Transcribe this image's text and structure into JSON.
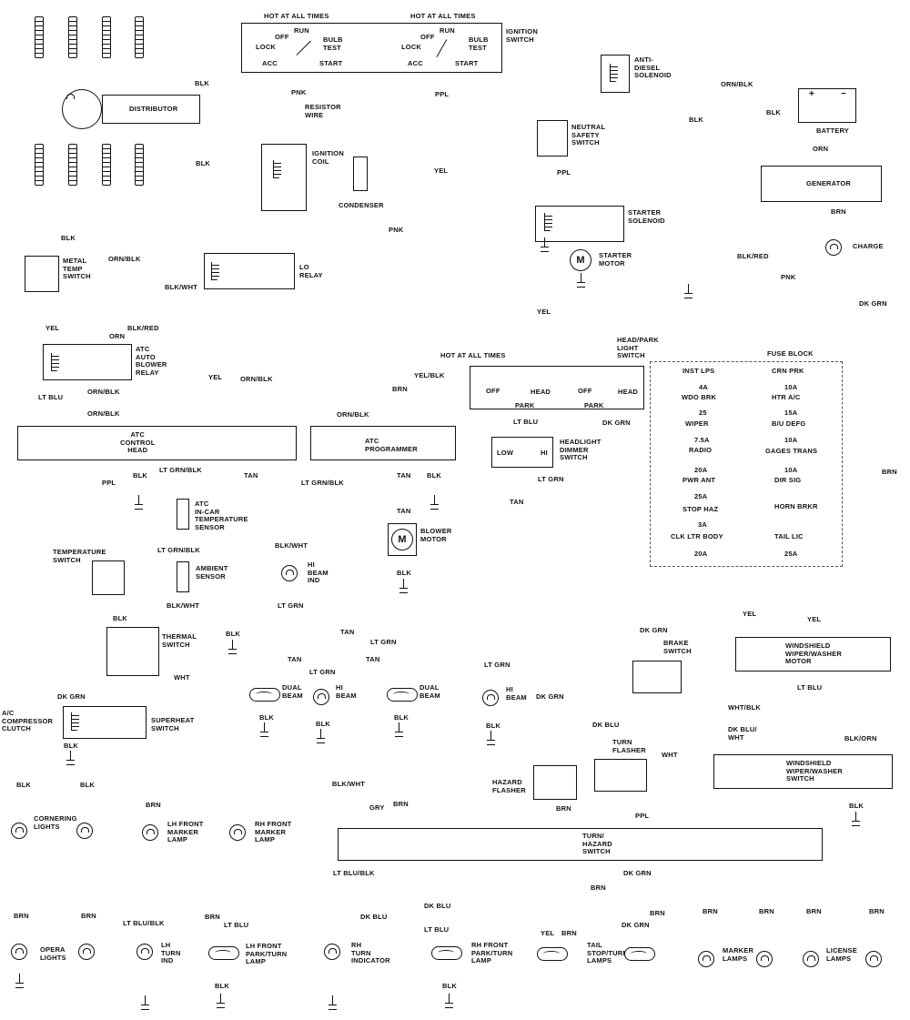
{
  "ignition": {
    "hot_left": "HOT AT ALL TIMES",
    "hot_right": "HOT AT ALL TIMES",
    "title": "IGNITION\nSWITCH",
    "off": "OFF",
    "run": "RUN",
    "lock": "LOCK",
    "acc": "ACC",
    "bulb_test": "BULB\nTEST",
    "start": "START",
    "off2": "OFF",
    "run2": "RUN",
    "lock2": "LOCK",
    "acc2": "ACC",
    "bulb_test2": "BULB\nTEST",
    "start2": "START"
  },
  "distributor": {
    "label": "DISTRIBUTOR",
    "wire_top": "BLK",
    "wire_left": "BLK"
  },
  "coil": {
    "resistor": "RESISTOR\nWIRE",
    "label": "IGNITION\nCOIL",
    "condenser": "CONDENSER",
    "wire_pnk": "PNK",
    "wire_pnk2": "PNK"
  },
  "ppl_wires": [
    "PPL",
    "PPL",
    "PPL"
  ],
  "neutral": {
    "label": "NEUTRAL\nSAFETY\nSWITCH"
  },
  "starter": {
    "solenoid": "STARTER\nSOLENOID",
    "motor": "STARTER\nMOTOR",
    "motor_symbol": "M"
  },
  "anti_diesel": {
    "label": "ANTI-\nDIESEL\nSOLENOID"
  },
  "battery": {
    "label": "BATTERY",
    "plus": "+",
    "minus": "−",
    "wire_blk": "BLK",
    "wire_blk2": "BLK",
    "wire_orn_blk": "ORN/BLK"
  },
  "generator": {
    "label": "GENERATOR",
    "wire_orn": "ORN",
    "wire_brn": "BRN",
    "charge": "CHARGE",
    "wire_pnk": "PNK",
    "wire_blk_red": "BLK/RED",
    "wire_dk_grn": "DK GRN"
  },
  "yel_wires": [
    "YEL",
    "YEL",
    "YEL",
    "YEL",
    "YEL"
  ],
  "metal_temp": {
    "label": "METAL\nTEMP\nSWITCH",
    "wire": "BLK"
  },
  "lo_relay": {
    "label": "LO\nRELAY",
    "wire_orn_blk": "ORN/BLK",
    "wire_blk_wht": "BLK/WHT"
  },
  "blower_relay": {
    "label": "ATC\nAUTO\nBLOWER\nRELAY",
    "wire_blk_red": "BLK/RED",
    "wire_orn": "ORN",
    "wire_lt_blu": "LT BLU",
    "wire_orn_blk": "ORN/BLK",
    "wire_orn_blk2": "ORN/BLK"
  },
  "atc_head": {
    "label": "ATC\nCONTROL\nHEAD",
    "wire_yel": "YEL",
    "wire_orn_blk": "ORN/BLK"
  },
  "atc_prog": {
    "label": "ATC\nPROGRAMMER",
    "wire_brn": "BRN",
    "wire_yel_blk": "YEL/BLK",
    "wire_orn_blk": "ORN/BLK"
  },
  "atc_wires": {
    "ppl": "PPL",
    "blk": "BLK",
    "lt_grn_blk": "LT GRN/BLK",
    "tan": "TAN",
    "lt_grn_blk2": "LT GRN/BLK",
    "tan2": "TAN",
    "blk2": "BLK",
    "tan3": "TAN",
    "blk3": "BLK"
  },
  "sensors": {
    "in_car": "ATC\nIN-CAR\nTEMPERATURE\nSENSOR",
    "ambient": "AMBIENT\nSENSOR",
    "lt_grn_blk": "LT GRN/BLK",
    "blk_wht": "BLK/WHT",
    "blk": "BLK"
  },
  "blower": {
    "label": "BLOWER\nMOTOR",
    "symbol": "M",
    "wire_blk": "BLK"
  },
  "temp_switch": {
    "label": "TEMPERATURE\nSWITCH"
  },
  "thermal": {
    "label": "THERMAL\nSWITCH",
    "wire_blk": "BLK",
    "wire_wht": "WHT"
  },
  "compressor": {
    "label": "A/C\nCOMPRESSOR\nCLUTCH",
    "superheat": "SUPERHEAT\nSWITCH",
    "wire_dk_grn": "DK GRN",
    "wire_blk": "BLK"
  },
  "headlamp_sw": {
    "hot": "HOT AT ALL TIMES",
    "label": "HEAD/PARK\nLIGHT\nSWITCH",
    "off": "OFF",
    "head": "HEAD",
    "park": "PARK",
    "off2": "OFF",
    "park2": "PARK",
    "head2": "HEAD",
    "wire_lt_blu": "LT BLU",
    "wire_dk_grn": "DK GRN"
  },
  "dimmer": {
    "label": "HEADLIGHT\nDIMMER\nSWITCH",
    "low": "LOW",
    "hi": "HI",
    "wire_tan": "TAN",
    "wire_lt_grn": "LT GRN"
  },
  "hi_beam_ind": {
    "label": "HI\nBEAM\nIND",
    "wire_blk_wht": "BLK/WHT",
    "wire_lt_grn": "LT GRN"
  },
  "beams": {
    "tan": "TAN",
    "lt_grn": "LT GRN",
    "tan2": "TAN",
    "tan3": "TAN",
    "dual1": "DUAL\nBEAM",
    "hi1": "HI\nBEAM",
    "dual2": "DUAL\nBEAM",
    "hi2": "HI\nBEAM",
    "lt_grn2": "LT GRN",
    "lt_grn3": "LT GRN",
    "blk": [
      "BLK",
      "BLK",
      "BLK",
      "BLK"
    ]
  },
  "fuse_block": {
    "title": "FUSE BLOCK",
    "left": [
      {
        "name": "INST LPS",
        "amp": "4A"
      },
      {
        "name": "WDO BRK",
        "amp": "25"
      },
      {
        "name": "WIPER",
        "amp": "7.5A"
      },
      {
        "name": "RADIO",
        "amp": "20A"
      },
      {
        "name": "PWR ANT",
        "amp": "25A"
      },
      {
        "name": "STOP HAZ",
        "amp": "3A"
      },
      {
        "name": "CLK LTR BODY",
        "amp": "20A"
      }
    ],
    "right": [
      {
        "name": "CRN PRK",
        "amp": "10A"
      },
      {
        "name": "HTR A/C",
        "amp": "15A"
      },
      {
        "name": "B/U DEFG",
        "amp": "10A"
      },
      {
        "name": "GAGES TRANS",
        "amp": "10A"
      },
      {
        "name": "DIR SIG",
        "amp": ""
      },
      {
        "name": "HORN BRKR",
        "amp": ""
      },
      {
        "name": "TAIL LIC",
        "amp": "25A"
      }
    ]
  },
  "wiper": {
    "motor": "WINDSHIELD\nWIPER/WASHER\nMOTOR",
    "switch": "WINDSHIELD\nWIPER/WASHER\nSWITCH",
    "wire_yel": "YEL",
    "wire_yel2": "YEL",
    "wire_wht_blk": "WHT/BLK",
    "wire_lt_blu": "LT BLU",
    "wire_dk_blu_wht": "DK BLU/\nWHT",
    "wire_blk_orn": "BLK/ORN",
    "wire_blk": "BLK",
    "wire_brn": "BRN"
  },
  "brake": {
    "label": "BRAKE\nSWITCH",
    "wire_dk_grn": "DK GRN",
    "wire_wht": "WHT"
  },
  "turn_flasher": {
    "label": "TURN\nFLASHER",
    "wire_dk_blu": "DK BLU",
    "wire_ppl": "PPL"
  },
  "hazard": {
    "label": "HAZARD\nFLASHER",
    "wire_dk_grn": "DK GRN",
    "wire_brn": "BRN"
  },
  "turn_switch": {
    "label": "TURN/\nHAZARD\nSWITCH",
    "wire_lt_blu_blk": "LT BLU/BLK",
    "wire_dk_grn": "DK GRN",
    "wire_brn": "BRN",
    "wire_gry": "GRY",
    "wire_brn2": "BRN",
    "wire_blk_wht": "BLK/WHT"
  },
  "front_lamps": {
    "cornering": "CORNERING\nLIGHTS",
    "lh_marker": "LH FRONT\nMARKER\nLAMP",
    "rh_marker": "RH FRONT\nMARKER\nLAMP",
    "blk1": "BLK",
    "blk2": "BLK",
    "brn": "BRN"
  },
  "rear_lamps": {
    "opera": "OPERA\nLIGHTS",
    "lh_turn": "LH\nTURN\nIND",
    "lh_park": "LH FRONT\nPARK/TURN\nLAMP",
    "rh_turn": "RH\nTURN\nINDICATOR",
    "rh_park": "RH FRONT\nPARK/TURN\nLAMP",
    "tail": "TAIL\nSTOP/TURN\nLAMPS",
    "marker": "MARKER\nLAMPS",
    "license": "LICENSE\nLAMPS",
    "brn": [
      "BRN",
      "BRN",
      "BRN",
      "BRN",
      "BRN",
      "BRN",
      "BRN",
      "BRN",
      "BRN"
    ],
    "lt_blu_blk": "LT BLU/BLK",
    "lt_blu": "LT BLU",
    "dk_blu": "DK BLU",
    "dk_blu2": "DK BLU",
    "lt_blu2": "LT BLU",
    "yel": "YEL",
    "dk_grn": "DK GRN",
    "blk": [
      "BLK",
      "BLK"
    ]
  }
}
